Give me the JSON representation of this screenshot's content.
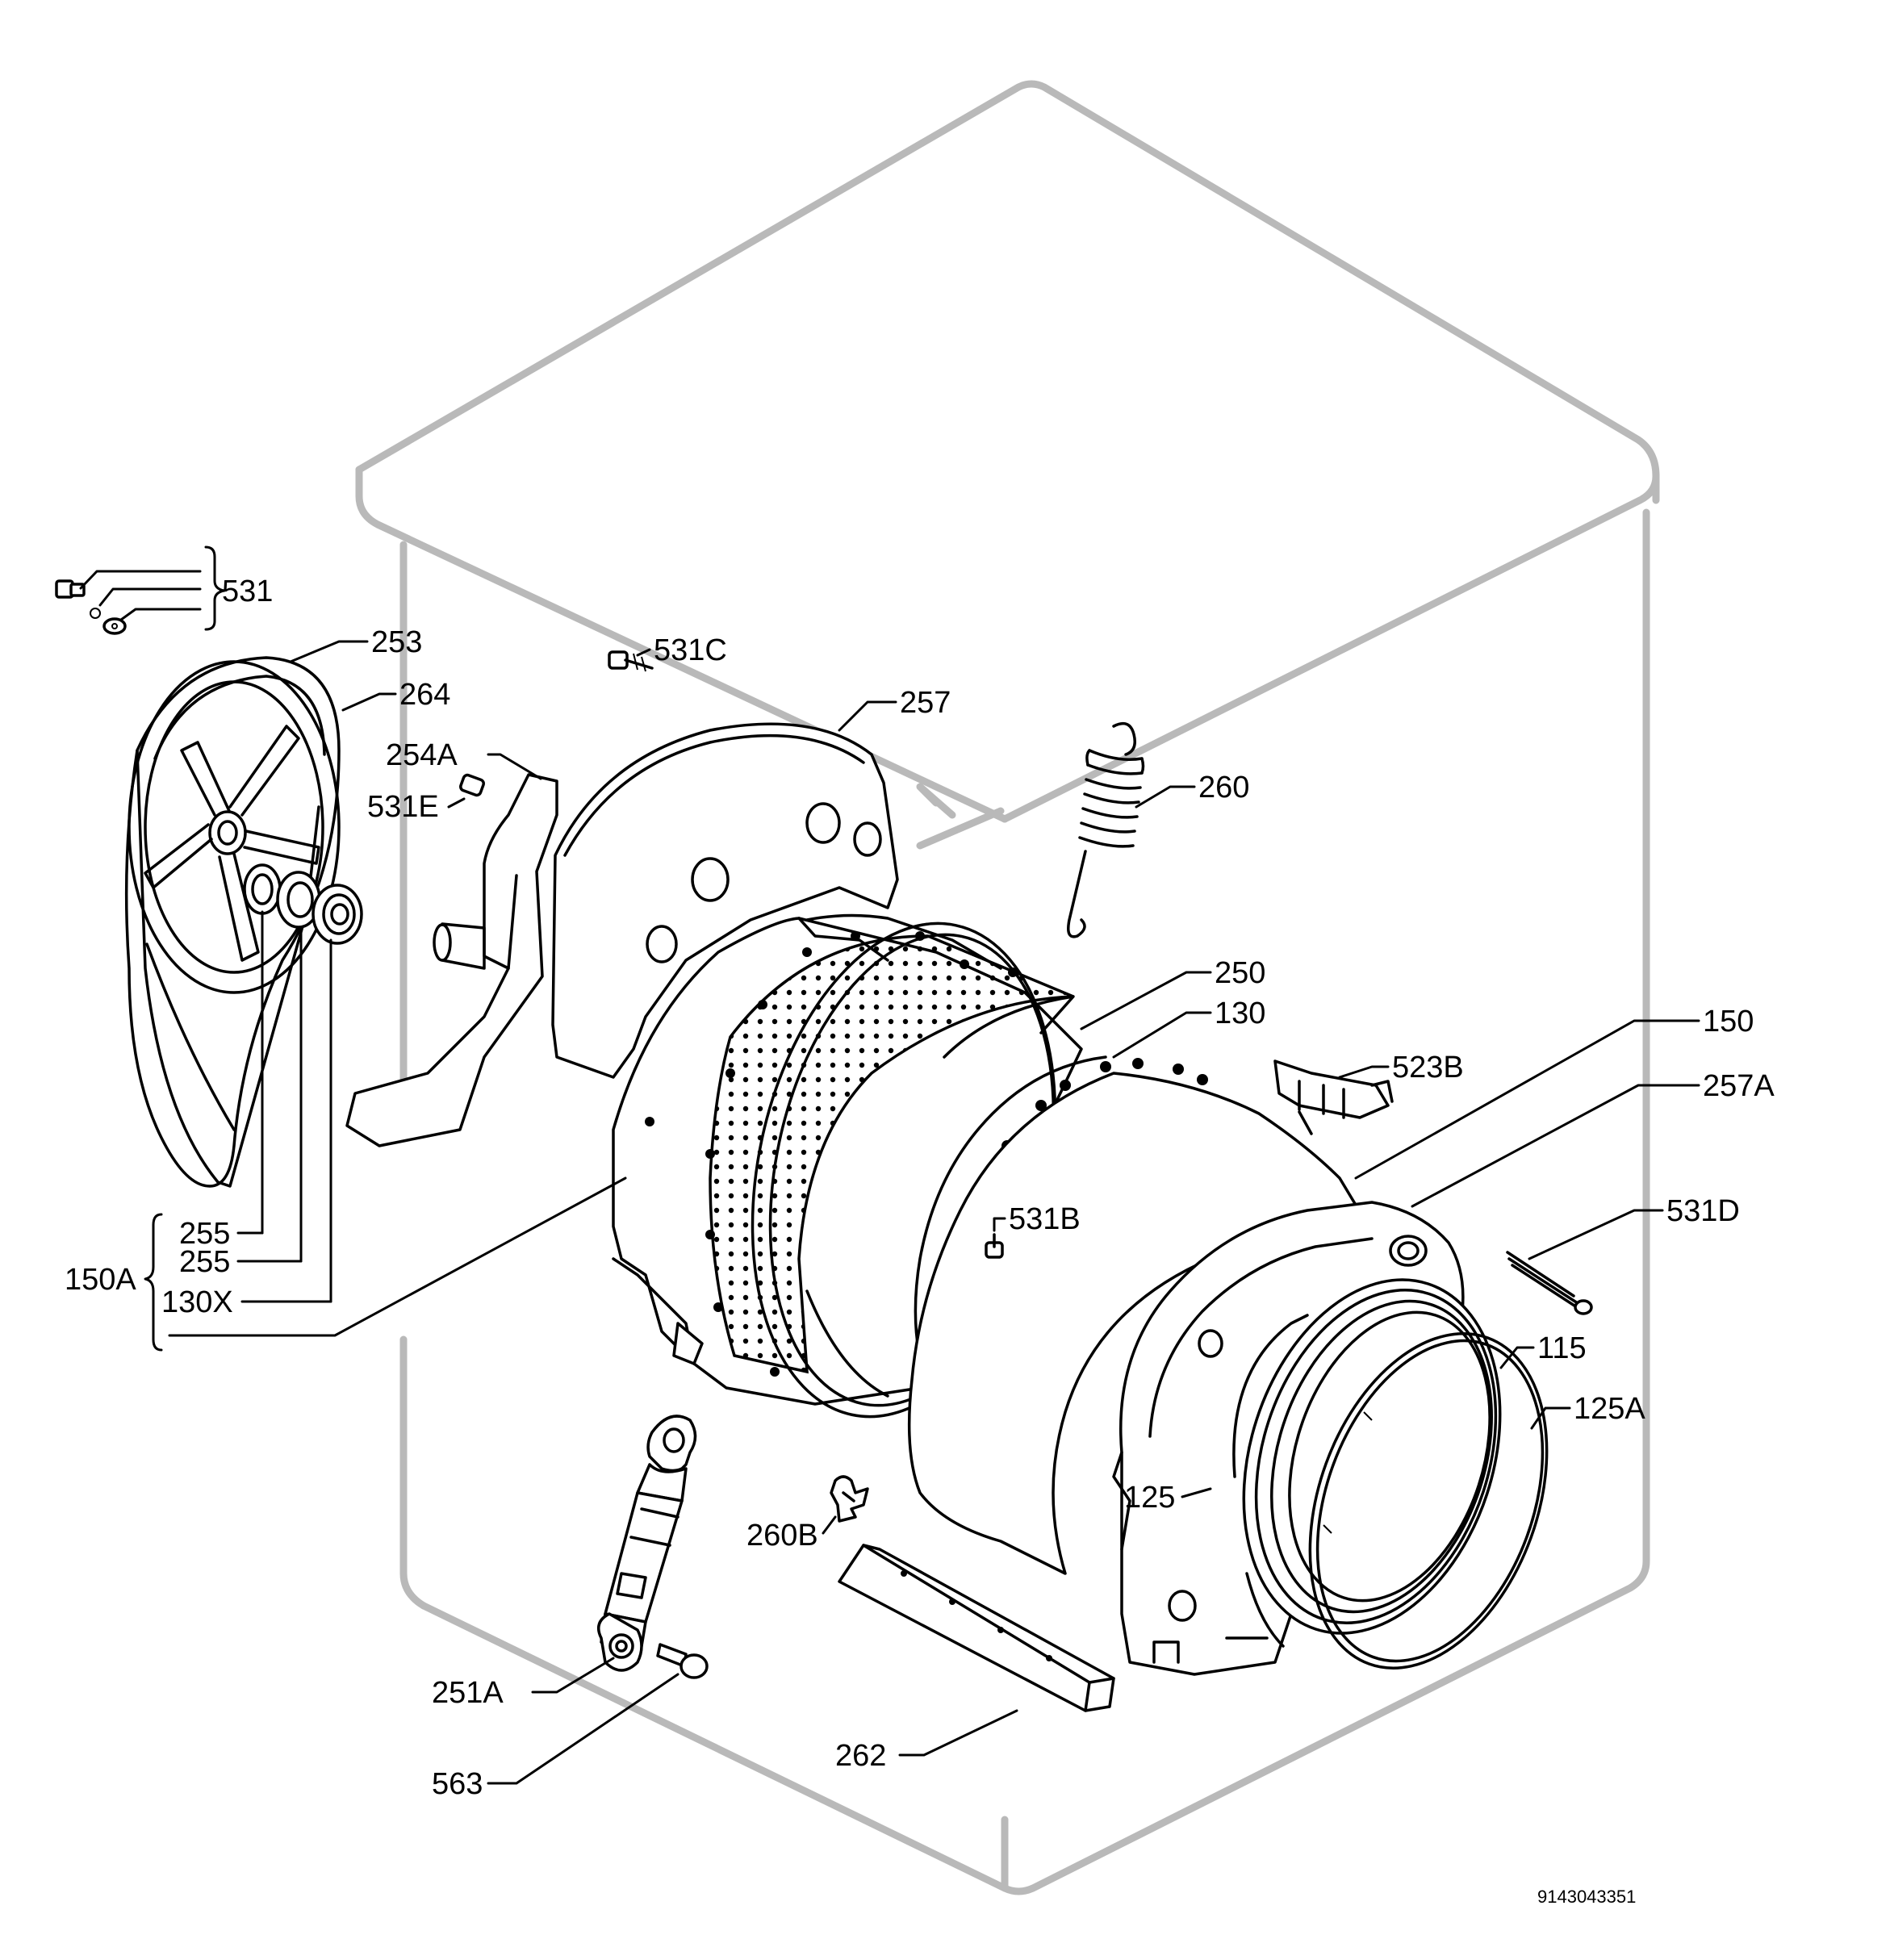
{
  "labels": {
    "l531": "531",
    "l253": "253",
    "l264": "264",
    "l531C": "531C",
    "l257": "257",
    "l254A": "254A",
    "l531E": "531E",
    "l260": "260",
    "l250": "250",
    "l130": "130",
    "l150": "150",
    "l523B": "523B",
    "l257A": "257A",
    "l531B": "531B",
    "l531D": "531D",
    "l255a": "255",
    "l255b": "255",
    "l150A": "150A",
    "l130X": "130X",
    "l115": "115",
    "l125A": "125A",
    "l125": "125",
    "l260B": "260B",
    "l251A": "251A",
    "l563": "563",
    "l262": "262"
  },
  "drawing_code": "9143043351"
}
